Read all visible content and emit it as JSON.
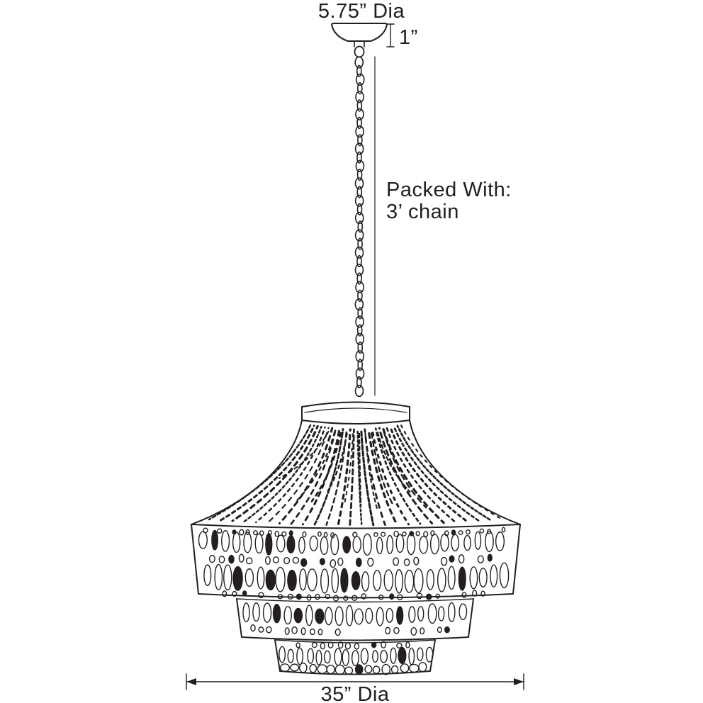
{
  "diagram": {
    "labels": {
      "canopy_diameter": "5.75” Dia",
      "canopy_height": "1”",
      "packed_note_line1": "Packed With:",
      "packed_note_line2": "3’ chain",
      "fixture_diameter": "35” Dia"
    },
    "dimensions": {
      "canopy_diameter_in": 5.75,
      "canopy_height_in": 1,
      "packed_chain_length_ft": 3,
      "fixture_diameter_in": 35
    },
    "colors": {
      "ink": "#231f20",
      "background": "#ffffff"
    }
  }
}
